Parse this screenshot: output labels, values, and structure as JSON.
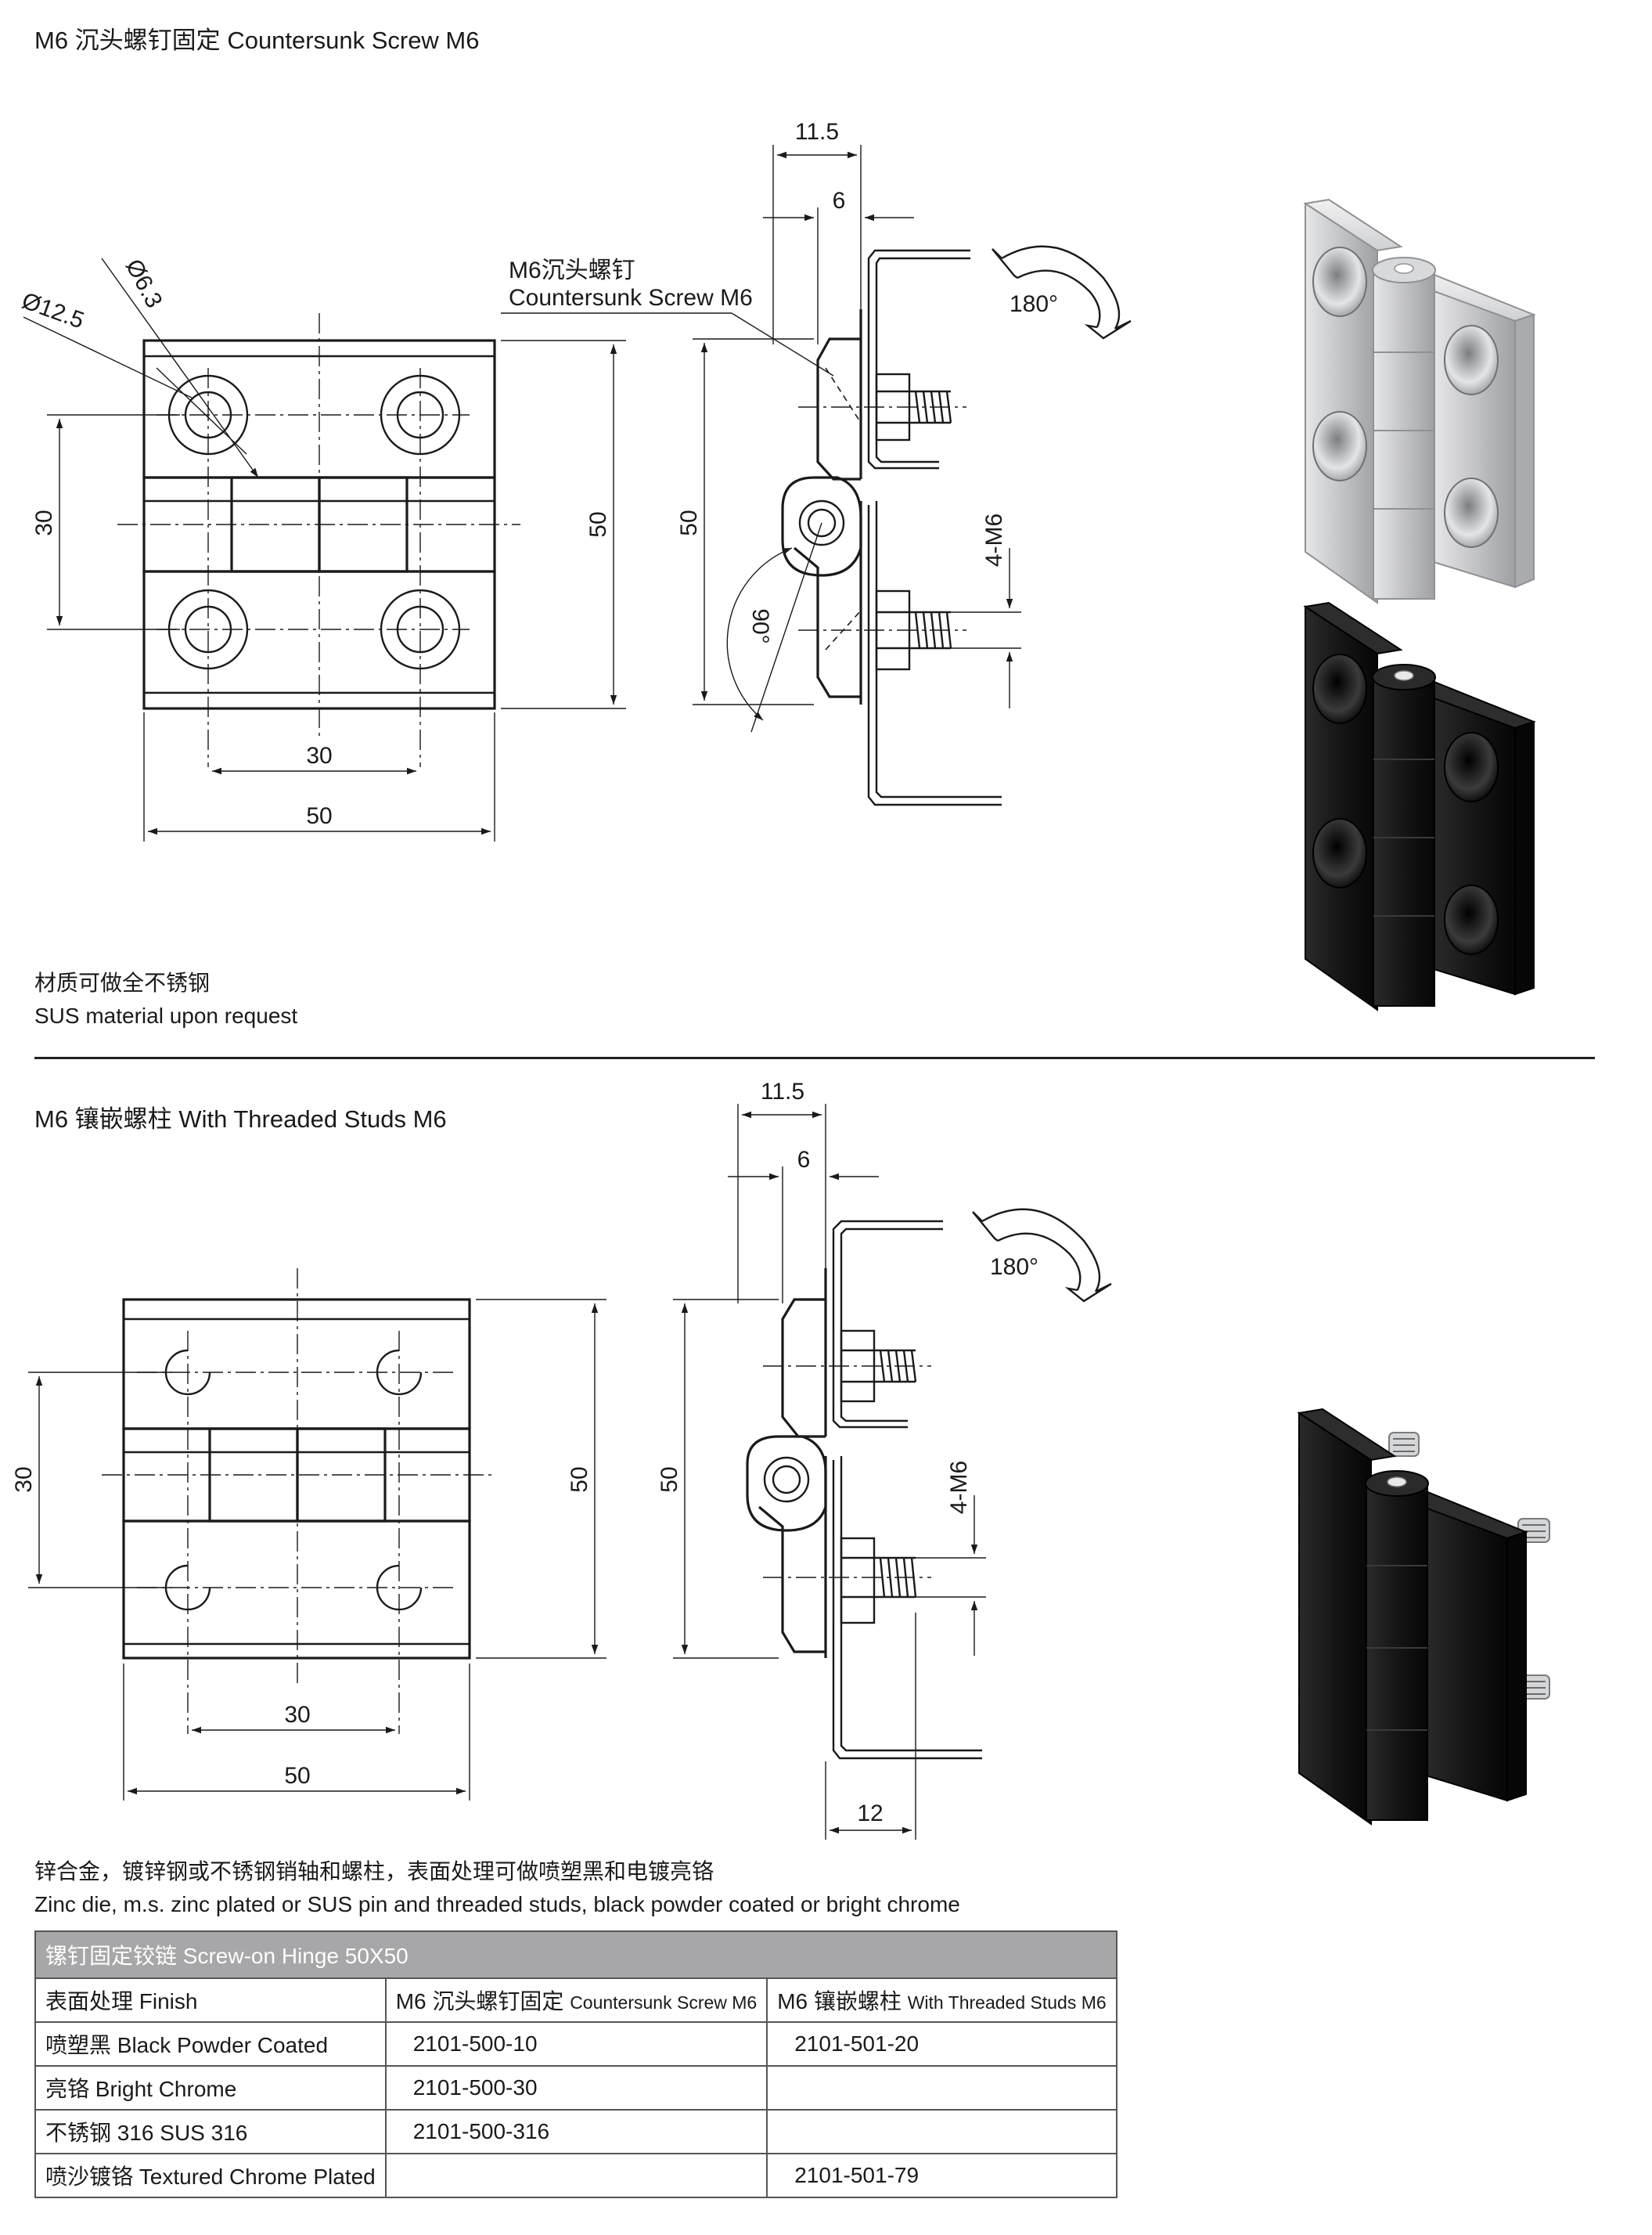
{
  "section1": {
    "title_cn": "M6 沉头螺钉固定",
    "title_en": "Countersunk Screw M6",
    "callout_cn": "M6沉头螺钉",
    "callout_en": "Countersunk Screw M6",
    "dims": {
      "d_small": "Ø6.3",
      "d_large": "Ø12.5",
      "v30": "30",
      "v50": "50",
      "h30": "30",
      "h50": "50",
      "side_115": "11.5",
      "side_6": "6",
      "side_50": "50",
      "side_4m6": "4-M6",
      "angle90": "90°",
      "rot180": "180°"
    },
    "note_cn": "材质可做全不锈钢",
    "note_en": "SUS material upon request"
  },
  "section2": {
    "title_cn": "M6 镶嵌螺柱",
    "title_en": "With Threaded Studs M6",
    "dims": {
      "v30": "30",
      "v50": "50",
      "h30": "30",
      "h50": "50",
      "side_115": "11.5",
      "side_6": "6",
      "side_50": "50",
      "side_4m6": "4-M6",
      "side_12": "12",
      "rot180": "180°"
    },
    "note_cn": "锌合金，镀锌钢或不锈钢销轴和螺柱，表面处理可做喷塑黑和电镀亮铬",
    "note_en": "Zinc die, m.s. zinc plated or SUS pin and threaded studs, black powder coated or bright chrome"
  },
  "table": {
    "title": "镙钉固定铰链  Screw-on Hinge 50X50",
    "headers": {
      "finish": "表面处理 Finish",
      "col1_cn": "M6 沉头螺钉固定",
      "col1_en": "Countersunk Screw M6",
      "col2_cn": "M6 镶嵌螺柱",
      "col2_en": "With Threaded Studs M6"
    },
    "rows": [
      {
        "finish": "喷塑黑 Black Powder Coated",
        "c1": "2101-500-10",
        "c2": "2101-501-20"
      },
      {
        "finish": "亮铬 Bright Chrome",
        "c1": "2101-500-30",
        "c2": ""
      },
      {
        "finish": "不锈钢 316 SUS 316",
        "c1": "2101-500-316",
        "c2": ""
      },
      {
        "finish": "喷沙镀铬 Textured Chrome Plated",
        "c1": "",
        "c2": "2101-501-79"
      }
    ]
  },
  "colors": {
    "chrome": "#c9cacc",
    "black_finish": "#141414",
    "table_header": "#a7a7a9"
  }
}
